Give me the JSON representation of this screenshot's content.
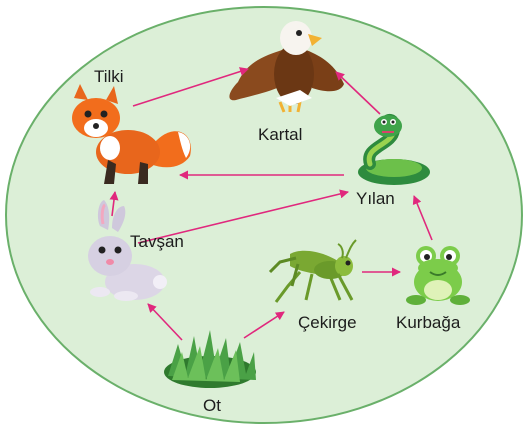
{
  "background": {
    "fill": "#dcefd7",
    "stroke": "#6ab06a"
  },
  "arrow_color": "#e0287d",
  "organisms": [
    {
      "id": "tilki",
      "label": "Tilki",
      "icon": "fox-icon"
    },
    {
      "id": "kartal",
      "label": "Kartal",
      "icon": "eagle-icon"
    },
    {
      "id": "yilan",
      "label": "Yılan",
      "icon": "snake-icon"
    },
    {
      "id": "tavsan",
      "label": "Tavşan",
      "icon": "rabbit-icon"
    },
    {
      "id": "cekirge",
      "label": "Çekirge",
      "icon": "grasshopper-icon"
    },
    {
      "id": "kurbaga",
      "label": "Kurbağa",
      "icon": "frog-icon"
    },
    {
      "id": "ot",
      "label": "Ot",
      "icon": "grass-icon"
    }
  ],
  "relations": [
    {
      "from": "tilki",
      "to": "kartal"
    },
    {
      "from": "yilan",
      "to": "kartal"
    },
    {
      "from": "yilan",
      "to": "tilki"
    },
    {
      "from": "tavsan",
      "to": "tilki"
    },
    {
      "from": "tavsan",
      "to": "yilan"
    },
    {
      "from": "kurbaga",
      "to": "yilan"
    },
    {
      "from": "cekirge",
      "to": "kurbaga"
    },
    {
      "from": "ot",
      "to": "tavsan"
    },
    {
      "from": "ot",
      "to": "cekirge"
    }
  ]
}
